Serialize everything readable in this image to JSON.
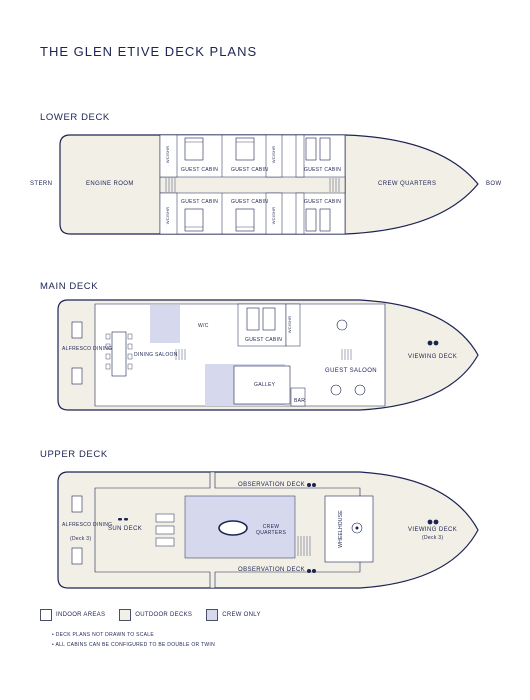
{
  "title": "THE GLEN ETIVE DECK PLANS",
  "lower_deck": {
    "title": "LOWER DECK",
    "stern": "STERN",
    "bow": "BOW",
    "engine_room": "ENGINE ROOM",
    "crew_quarters": "CREW QUARTERS",
    "guest_cabin": "GUEST CABIN",
    "wc_shr": "WC/SHR"
  },
  "main_deck": {
    "title": "MAIN DECK",
    "alfresco": "ALFRESCO DINING",
    "dining_saloon": "DINING SALOON",
    "wc": "W/C",
    "guest_cabin": "GUEST CABIN",
    "wc_shr": "WC/SHR",
    "guest_saloon": "GUEST SALOON",
    "galley": "GALLEY",
    "bar": "BAR",
    "viewing_deck": "VIEWING DECK"
  },
  "upper_deck": {
    "title": "UPPER DECK",
    "alfresco": "ALFRESCO DINING",
    "alfresco_sub": "(Deck 3)",
    "sun_deck": "SUN DECK",
    "observation_top": "OBSERVATION DECK",
    "observation_bottom": "OBSERVATION DECK",
    "crew_quarters": "CREW QUARTERS",
    "wheelhouse": "WHEELHOUSE",
    "viewing_deck": "VIEWING DECK",
    "viewing_sub": "(Deck 3)"
  },
  "legend": {
    "indoor": "INDOOR AREAS",
    "outdoor": "OUTDOOR DECKS",
    "crew": "CREW ONLY"
  },
  "notes": [
    "DECK PLANS NOT DRAWN TO SCALE",
    "ALL CABINS CAN BE CONFIGURED TO BE DOUBLE OR TWIN"
  ],
  "colors": {
    "line": "#1d2452",
    "crew": "#d6d9ee",
    "indoor": "#ffffff",
    "outdoor": "#f1efe6"
  }
}
